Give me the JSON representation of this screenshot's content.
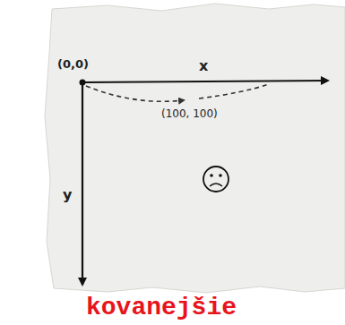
{
  "diagram": {
    "labels": [
      "(0,0)",
      "x",
      "y",
      "(100, 100)",
      "kovanejšie"
    ]
  }
}
